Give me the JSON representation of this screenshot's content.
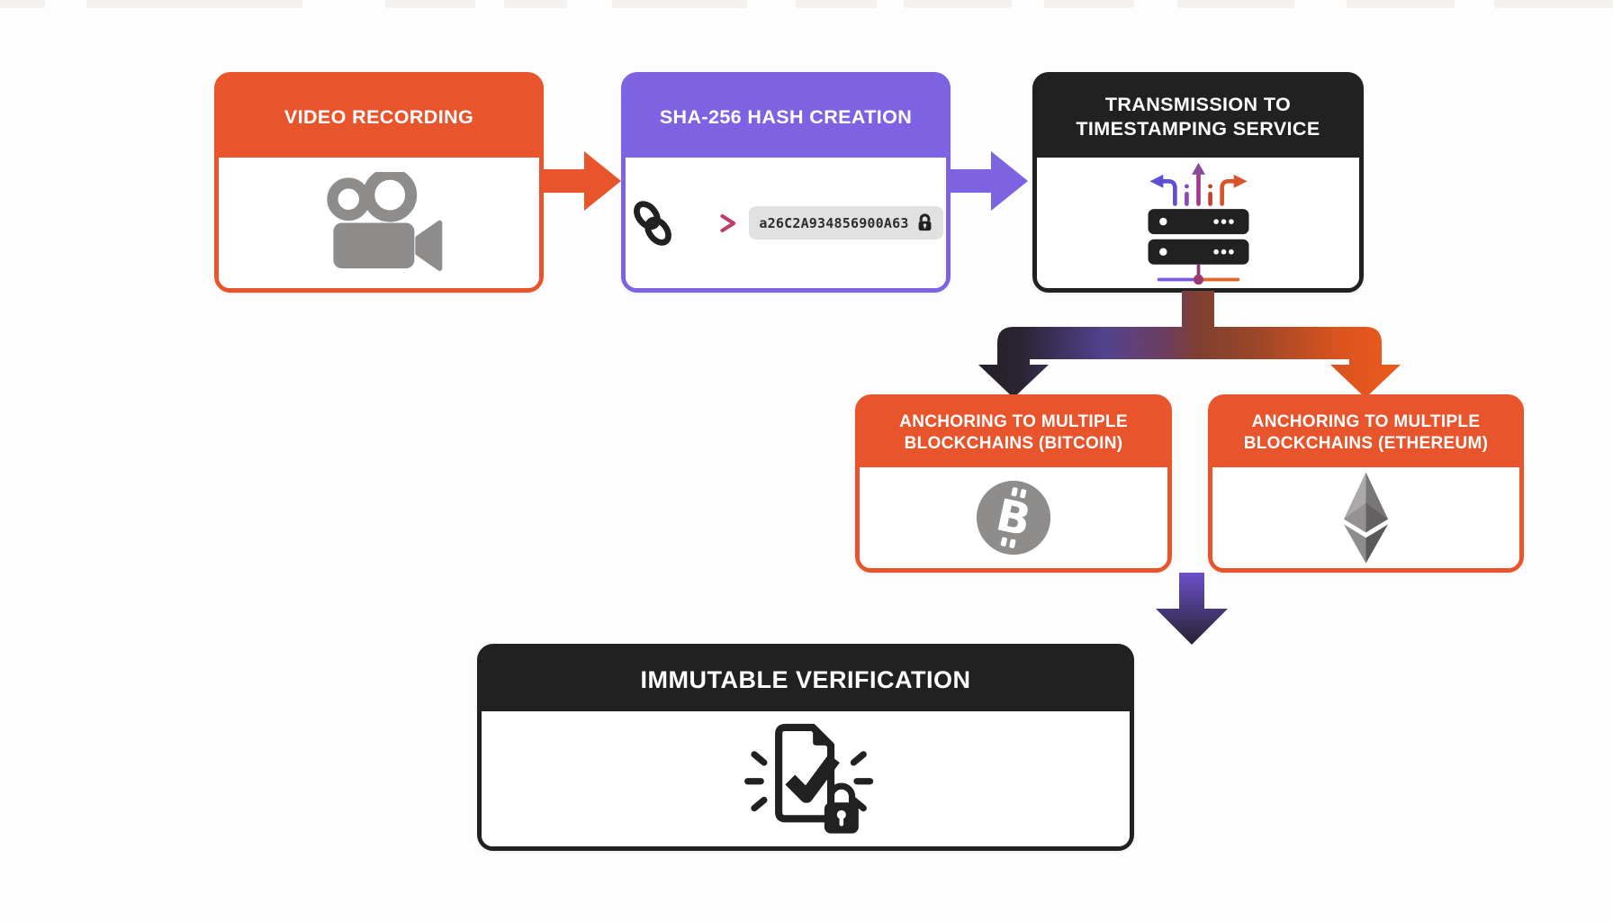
{
  "colors": {
    "background": "#FDFDFD",
    "orange": "#E8542C",
    "purple": "#7D62E2",
    "black": "#212121",
    "gray_icon": "#8F8D8C",
    "white": "#FFFFFF",
    "pill_bg": "#E2E1E1",
    "hash_text_color": "#2E2D2D",
    "gradient_arrow_start": "#7D62E2",
    "gradient_arrow_end": "#C23A6B",
    "strip": "#F4F1EF"
  },
  "top_strip": {
    "segments": [
      [
        0,
        50
      ],
      [
        96,
        240
      ],
      [
        428,
        100
      ],
      [
        560,
        70
      ],
      [
        680,
        150
      ],
      [
        884,
        90
      ],
      [
        1004,
        120
      ],
      [
        1160,
        100
      ],
      [
        1308,
        130
      ],
      [
        1496,
        120
      ],
      [
        1660,
        132
      ]
    ]
  },
  "nodes": [
    {
      "title": "VIDEO RECORDING",
      "icon": "video-camera-icon"
    },
    {
      "title": "SHA-256 HASH CREATION",
      "icon": "chain-link-icon",
      "hash_value": "a26C2A934856900A63",
      "hash_lock": "lock-icon"
    },
    {
      "title": "TRANSMISSION TO TIMESTAMPING SERVICE",
      "icon": "timestamp-server-icon"
    },
    {
      "title": "ANCHORING TO MULTIPLE BLOCKCHAINS (BITCOIN)",
      "icon": "bitcoin-icon",
      "icon_letter": "B"
    },
    {
      "title": "ANCHORING TO MULTIPLE BLOCKCHAINS (ETHEREUM)",
      "icon": "ethereum-icon"
    },
    {
      "title": "IMMUTABLE VERIFICATION",
      "icon": "verified-document-icon"
    }
  ],
  "edges": [
    {
      "from": "video-recording",
      "to": "sha-256-hash-creation",
      "style": "orange-block-arrow"
    },
    {
      "from": "sha-256-hash-creation",
      "to": "transmission-to-timestamping-service",
      "style": "purple-block-arrow"
    },
    {
      "from": "transmission-to-timestamping-service",
      "to": "anchoring-bitcoin",
      "style": "gradient-branch-left"
    },
    {
      "from": "transmission-to-timestamping-service",
      "to": "anchoring-ethereum",
      "style": "gradient-branch-right"
    },
    {
      "from": "anchoring",
      "to": "immutable-verification",
      "style": "purple-dark-down-arrow"
    }
  ]
}
